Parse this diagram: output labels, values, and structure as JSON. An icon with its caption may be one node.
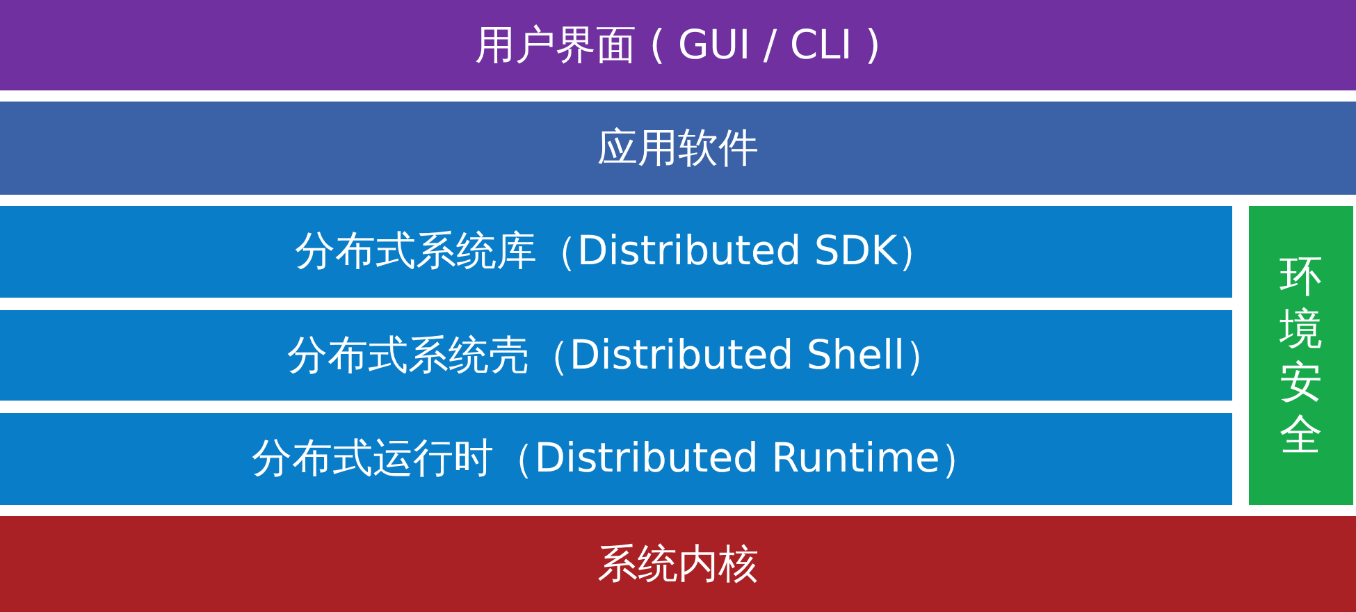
{
  "diagram": {
    "nodes": [
      {
        "text": [
          "用户界面 ( GUI / CLI )"
        ]
      },
      {
        "text": [
          "应用软件"
        ]
      },
      {
        "text": [
          "分布式系统库（Distributed SDK）"
        ]
      },
      {
        "text": [
          "分布式系统壳（Distributed Shell）"
        ]
      },
      {
        "text": [
          "分布式运行时（Distributed Runtime）"
        ]
      },
      {
        "text": [
          "环境安全"
        ]
      },
      {
        "text": [
          "系统内核"
        ]
      }
    ]
  }
}
